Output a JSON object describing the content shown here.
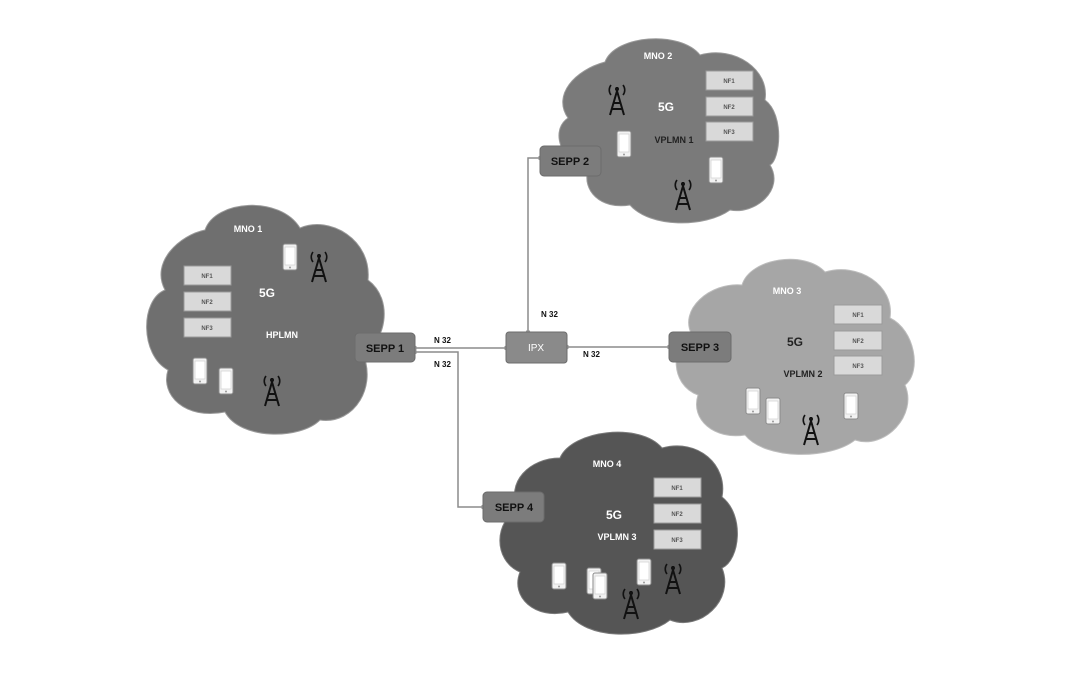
{
  "clouds": [
    {
      "id": "mno1",
      "name": "MNO 1",
      "tech": "5G",
      "network": "HPLMN",
      "nf": [
        "NF1",
        "NF2",
        "NF3"
      ]
    },
    {
      "id": "mno2",
      "name": "MNO 2",
      "tech": "5G",
      "network": "VPLMN 1",
      "nf": [
        "NF1",
        "NF2",
        "NF3"
      ]
    },
    {
      "id": "mno3",
      "name": "MNO 3",
      "tech": "5G",
      "network": "VPLMN 2",
      "nf": [
        "NF1",
        "NF2",
        "NF3"
      ]
    },
    {
      "id": "mno4",
      "name": "MNO 4",
      "tech": "5G",
      "network": "VPLMN 3",
      "nf": [
        "NF1",
        "NF2",
        "NF3"
      ]
    }
  ],
  "sepp": {
    "sepp1": "SEPP 1",
    "sepp2": "SEPP 2",
    "sepp3": "SEPP 3",
    "sepp4": "SEPP 4"
  },
  "ipx": "IPX",
  "links": {
    "sepp1_ipx": "N 32",
    "sepp1_sepp4": "N 32",
    "ipx_sepp2": "N 32",
    "ipx_sepp3": "N 32"
  },
  "colors": {
    "mno1": "#6f6f6f",
    "mno2": "#7a7a7a",
    "mno3": "#a6a6a6",
    "mno4": "#555555",
    "sepp": "#7c7c7c",
    "ipx": "#8a8a8a"
  }
}
